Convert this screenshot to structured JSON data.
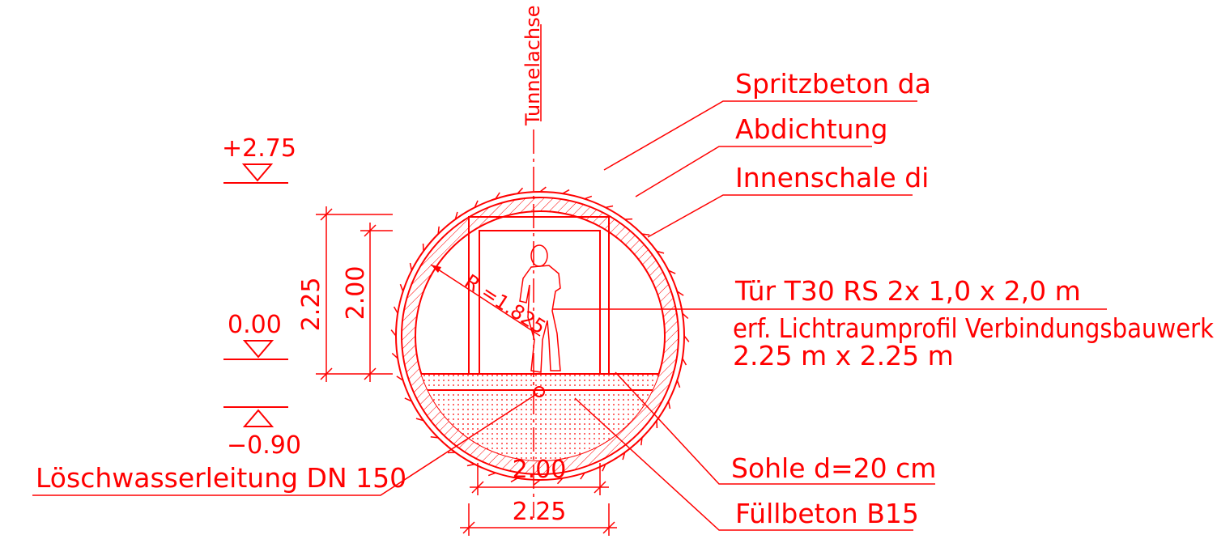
{
  "colors": {
    "line": "#ff0000",
    "background": "#ffffff"
  },
  "axis": {
    "label": "Tunnelachse"
  },
  "labels": {
    "spritzbeton": "Spritzbeton da",
    "abdichtung": "Abdichtung",
    "innenschale": "Innenschale di",
    "tuer": "Tür T30 RS 2x 1,0 x 2,0 m",
    "lichtraum": "erf. Lichtraumprofil Verbindungsbauwerk",
    "lichtraum_size": "2.25 m x 2.25 m",
    "sohle": "Sohle d=20 cm",
    "fuellbeton": "Füllbeton B15",
    "loeschwasser": "Löschwasserleitung DN 150"
  },
  "levels": {
    "top": "+2.75",
    "zero": "0.00",
    "bottom": "−0.90"
  },
  "dimensions": {
    "height_outer": "2.25",
    "height_inner": "2.00",
    "width_inner": "2.00",
    "width_outer": "2.25",
    "radius": "R =1.825"
  }
}
